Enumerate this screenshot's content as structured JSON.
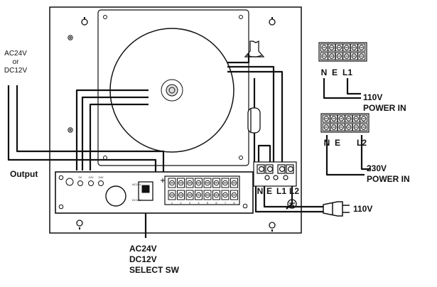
{
  "colors": {
    "line": "#111111",
    "panel": "#ffffff",
    "shade": "#dddddd"
  },
  "labels": {
    "input_voltage_a": "AC24V",
    "input_or": "or",
    "input_voltage_b": "DC12V",
    "output": "Output",
    "select_sw_line1": "AC24V",
    "select_sw_line2": "DC12V",
    "select_sw_line3": "SELECT SW",
    "plug_voltage": "110V",
    "power_in_110": "110V",
    "power_in_110_label": "POWER IN",
    "power_in_230": "230V",
    "power_in_230_label": "POWER IN"
  },
  "led_labels": [
    "0V",
    "12V",
    "24V"
  ],
  "switch_labels": [
    "AC24V",
    "DC12V"
  ],
  "output_terminal_numbers": [
    "1",
    "2",
    "3",
    "4",
    "5",
    "6",
    "7",
    "8"
  ],
  "mains_terminal_labels": [
    "N",
    "E",
    "L1",
    "L2"
  ],
  "terminal_110_labels": [
    "N",
    "E",
    "L1"
  ],
  "terminal_230_labels": [
    "N",
    "E",
    "L2"
  ],
  "icons": [
    "mounting-hole-icon",
    "screw-icon",
    "fuse-icon",
    "ground-icon",
    "plug-icon",
    "led-icon"
  ]
}
